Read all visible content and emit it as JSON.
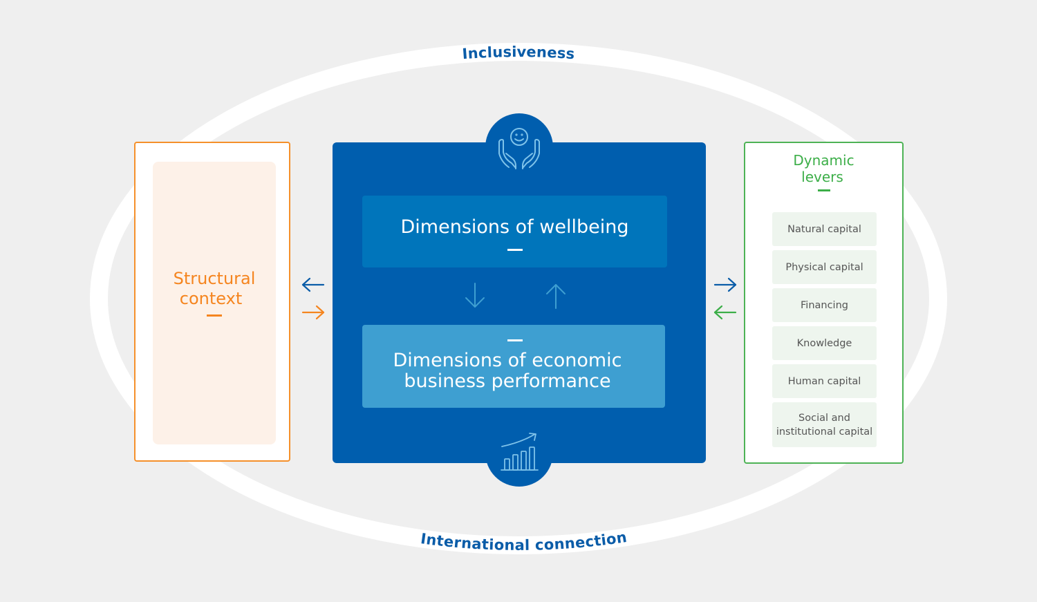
{
  "ring": {
    "top_label": "Inclusiveness",
    "bottom_label": "International connection"
  },
  "structural_context": {
    "title_line1": "Structural",
    "title_line2": "context"
  },
  "center": {
    "top_icon": "hands-smiley-icon",
    "bottom_icon": "growth-chart-icon",
    "wellbeing": "Dimensions of wellbeing",
    "economic_line1": "Dimensions of economic",
    "economic_line2": "business performance"
  },
  "dynamic_levers": {
    "title_line1": "Dynamic",
    "title_line2": "levers",
    "items": [
      {
        "label": "Natural capital"
      },
      {
        "label": "Physical capital"
      },
      {
        "label": "Financing"
      },
      {
        "label": "Knowledge"
      },
      {
        "label": "Human capital"
      },
      {
        "label": "Social and institutional capital"
      }
    ]
  },
  "colors": {
    "background": "#efefef",
    "ring": "#ffffff",
    "ring_text": "#0a5ca8",
    "structural": "#f5851f",
    "center_dark": "#005eae",
    "wellbeing_box": "#0075bb",
    "economic_box": "#3e9fd1",
    "levers": "#3cae48",
    "arrow_blue": "#0a5ca8",
    "arrow_orange": "#f5851f",
    "arrow_green": "#3cae48",
    "icon_stroke": "#7fc3ea"
  }
}
